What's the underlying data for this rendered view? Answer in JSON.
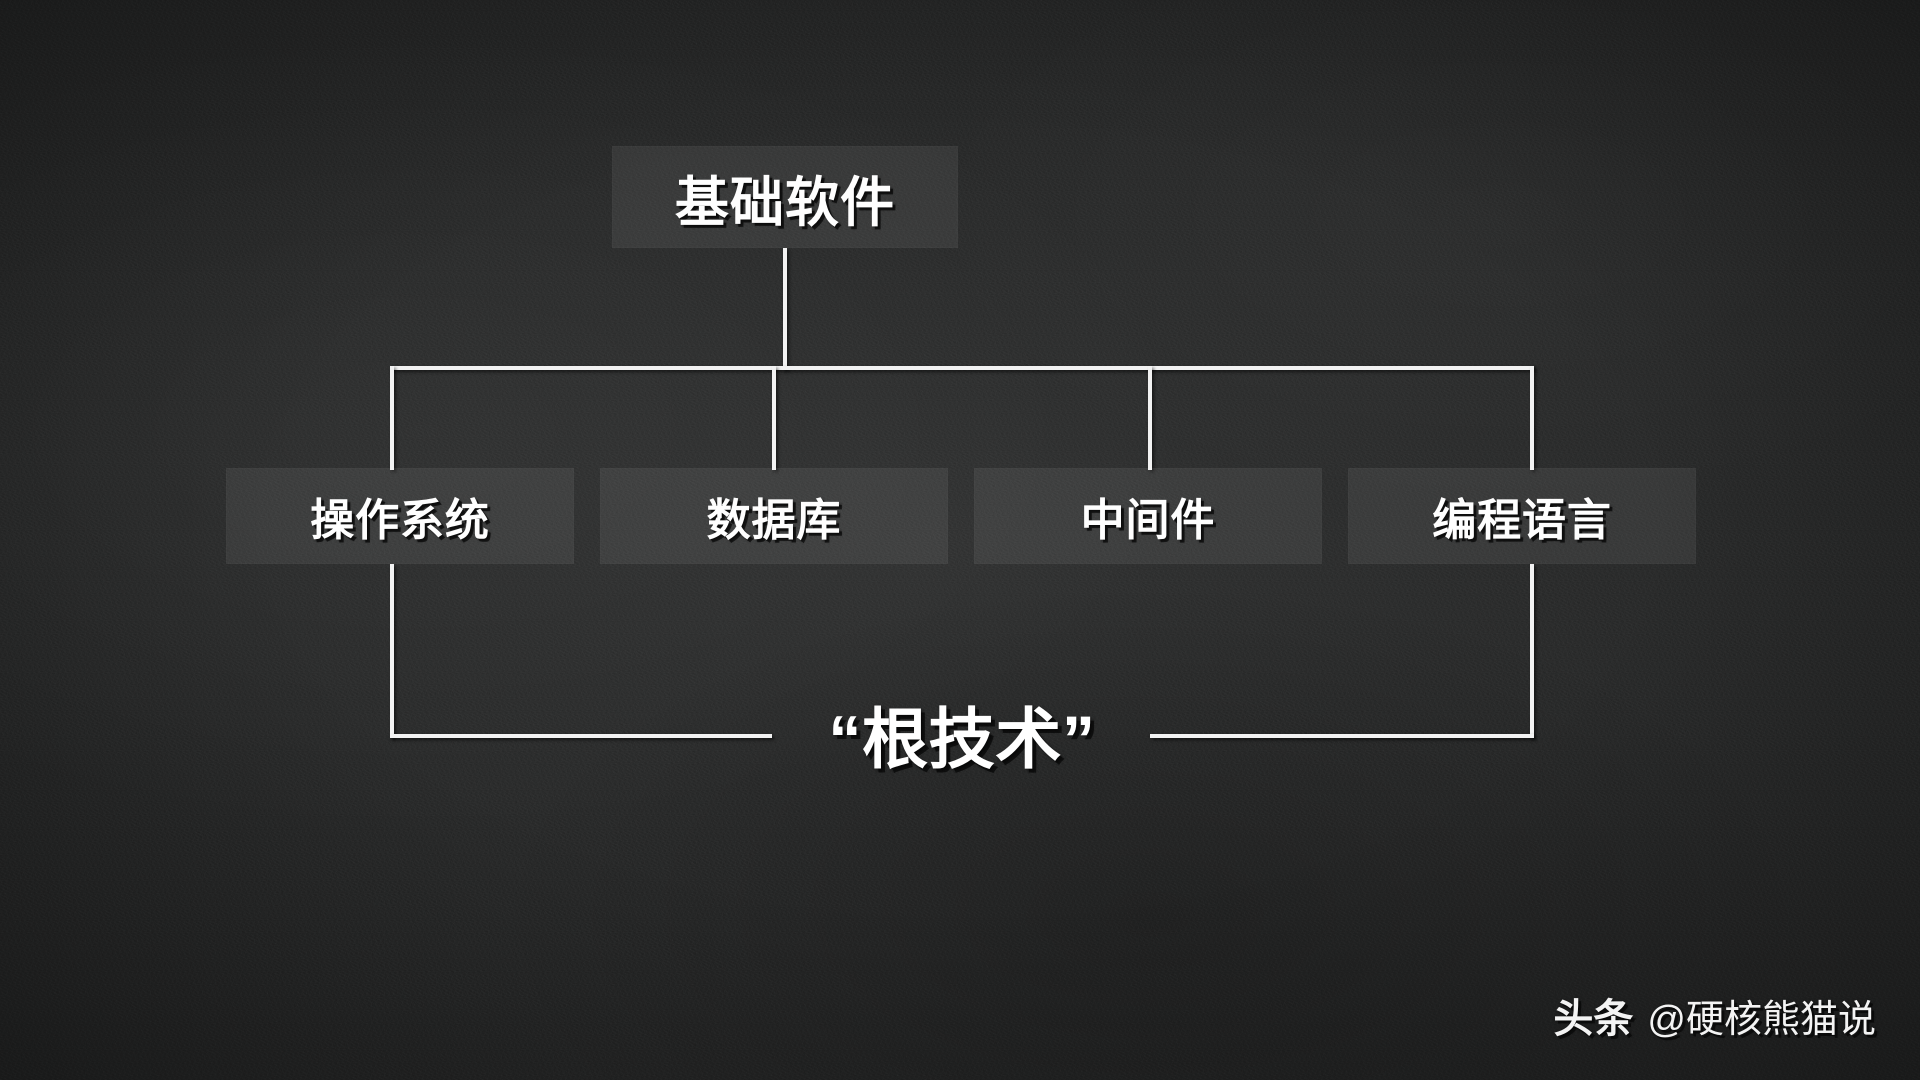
{
  "theme": {
    "background_color": "#2b2c2c",
    "node_fill_color": "#3a3b3b",
    "line_color": "#f2f2f2",
    "text_color": "#ffffff"
  },
  "diagram": {
    "type": "hierarchy-tree",
    "root": {
      "label": "基础软件"
    },
    "children": [
      {
        "id": "os",
        "label": "操作系统"
      },
      {
        "id": "db",
        "label": "数据库"
      },
      {
        "id": "mw",
        "label": "中间件"
      },
      {
        "id": "lang",
        "label": "编程语言"
      }
    ],
    "bracket_caption": "“根技术”"
  },
  "watermark": {
    "brand": "头条",
    "handle": "@硬核熊猫说"
  }
}
